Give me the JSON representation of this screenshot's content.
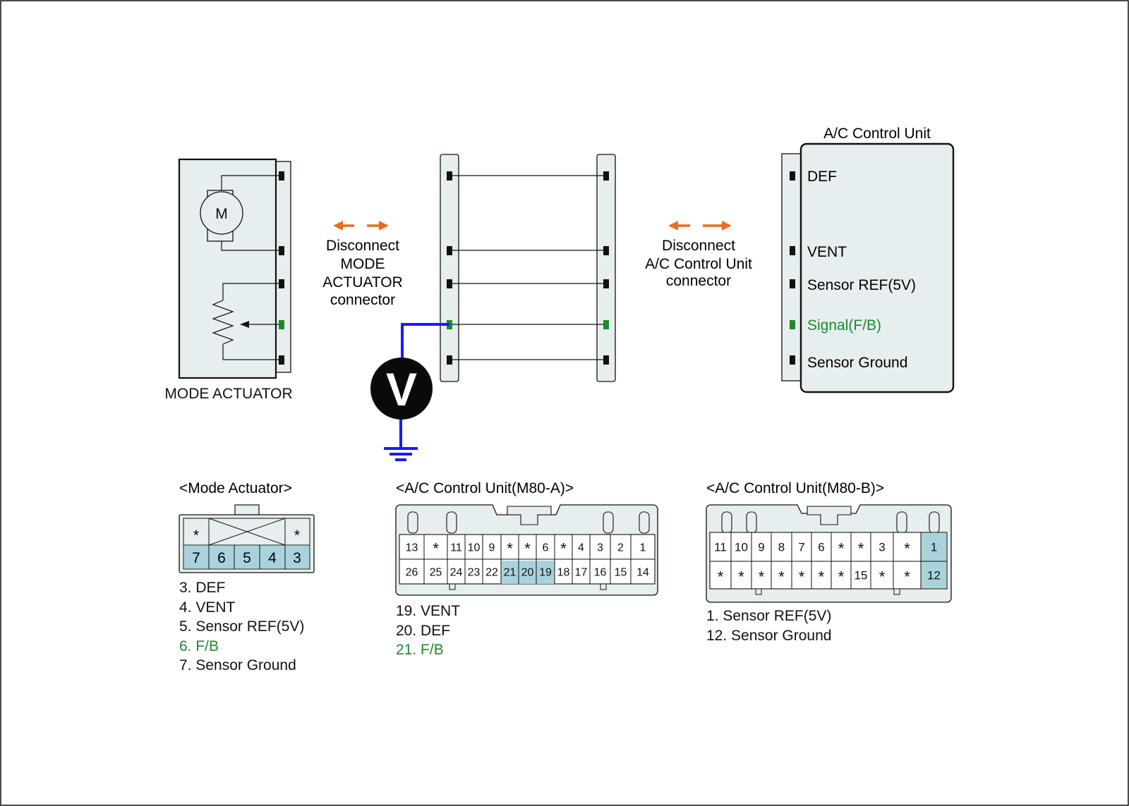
{
  "colors": {
    "panel_fill": "#e6eeef",
    "highlight_fill": "#a9d3dc",
    "signal_green": "#1e8a2c",
    "probe_wire": "#1a1aff",
    "arrow_orange": "#ee6a1e",
    "line": "#111111"
  },
  "mode_actuator": {
    "title": "MODE ACTUATOR",
    "motor_label": "M"
  },
  "disconnect_mode": {
    "lines": [
      "Disconnect",
      "MODE",
      "ACTUATOR",
      "connector"
    ]
  },
  "disconnect_acu": {
    "lines": [
      "Disconnect",
      "A/C Control Unit",
      "connector"
    ]
  },
  "voltmeter": {
    "label": "V"
  },
  "acu_block": {
    "title": "A/C Control Unit",
    "pins": [
      "DEF",
      "VENT",
      "Sensor REF(5V)",
      "Signal(F/B)",
      "Sensor Ground"
    ]
  },
  "connector_mode": {
    "title": "<Mode Actuator>",
    "top_row": [
      "*",
      "*"
    ],
    "bottom_row": [
      "7",
      "6",
      "5",
      "4",
      "3"
    ],
    "legend": [
      "3. DEF",
      "4. VENT",
      "5. Sensor REF(5V)",
      "6. F/B",
      "7. Sensor Ground"
    ]
  },
  "connector_m80a": {
    "title": "<A/C Control Unit(M80-A)>",
    "top_row": [
      "13",
      "*",
      "11",
      "10",
      "9",
      "*",
      "*",
      "6",
      "*",
      "4",
      "3",
      "2",
      "1"
    ],
    "bottom_row": [
      "26",
      "25",
      "24",
      "23",
      "22",
      "21",
      "20",
      "19",
      "18",
      "17",
      "16",
      "15",
      "14"
    ],
    "legend": [
      "19. VENT",
      "20. DEF",
      "21. F/B"
    ]
  },
  "connector_m80b": {
    "title": "<A/C Control Unit(M80-B)>",
    "top_row": [
      "11",
      "10",
      "9",
      "8",
      "7",
      "6",
      "*",
      "*",
      "3",
      "*",
      "1"
    ],
    "bottom_row": [
      "*",
      "*",
      "*",
      "*",
      "*",
      "*",
      "*",
      "15",
      "*",
      "*",
      "12"
    ],
    "legend": [
      "1. Sensor REF(5V)",
      "12. Sensor Ground"
    ]
  }
}
